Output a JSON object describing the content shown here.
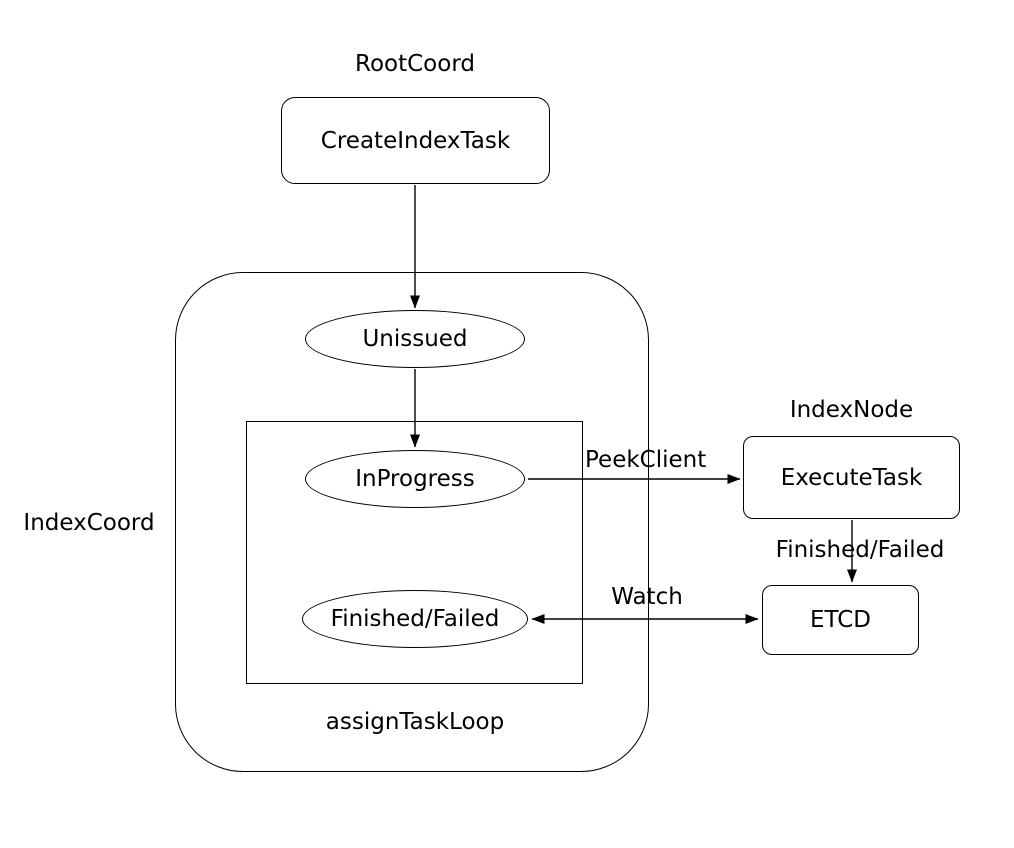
{
  "nodes": {
    "create_index_task": "CreateIndexTask",
    "unissued": "Unissued",
    "in_progress": "InProgress",
    "finished_failed": "Finished/Failed",
    "execute_task": "ExecuteTask",
    "etcd": "ETCD"
  },
  "labels": {
    "root_coord": "RootCoord",
    "index_coord": "IndexCoord",
    "assign_task_loop": "assignTaskLoop",
    "index_node": "IndexNode"
  },
  "edges": {
    "peek_client": "PeekClient",
    "finished_failed": "Finished/Failed",
    "watch": "Watch"
  },
  "colors": {
    "stroke": "#000000",
    "text": "#000000",
    "background": "#ffffff"
  }
}
